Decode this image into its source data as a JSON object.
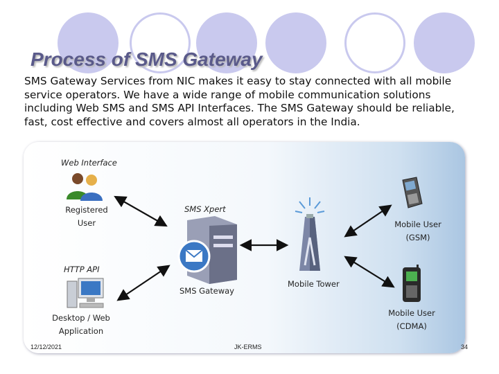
{
  "slide": {
    "title": "Process of SMS Gateway",
    "body": "SMS Gateway Services from NIC makes it easy to stay connected with all mobile service operators. We have a wide range of mobile communication solutions including Web SMS and SMS API Interfaces. The SMS Gateway should be reliable, fast, cost effective and covers almost all operators in the India.",
    "footer": {
      "date": "12/12/2021",
      "org": "JK-ERMS",
      "page": "34"
    }
  },
  "diagram": {
    "web_interface": "Web Interface",
    "registered_user_1": "Registered",
    "registered_user_2": "User",
    "http_api": "HTTP API",
    "desktop_web_1": "Desktop / Web",
    "desktop_web_2": "Application",
    "sms_xpert": "SMS Xpert",
    "sms_gateway": "SMS Gateway",
    "mobile_tower": "Mobile Tower",
    "mobile_gsm_1": "Mobile User",
    "mobile_gsm_2": "(GSM)",
    "mobile_cdma_1": "Mobile User",
    "mobile_cdma_2": "(CDMA)"
  },
  "colors": {
    "circle": "#c9c9ee",
    "title": "#5a5a8a",
    "panel_edge": "#aac6e2"
  }
}
